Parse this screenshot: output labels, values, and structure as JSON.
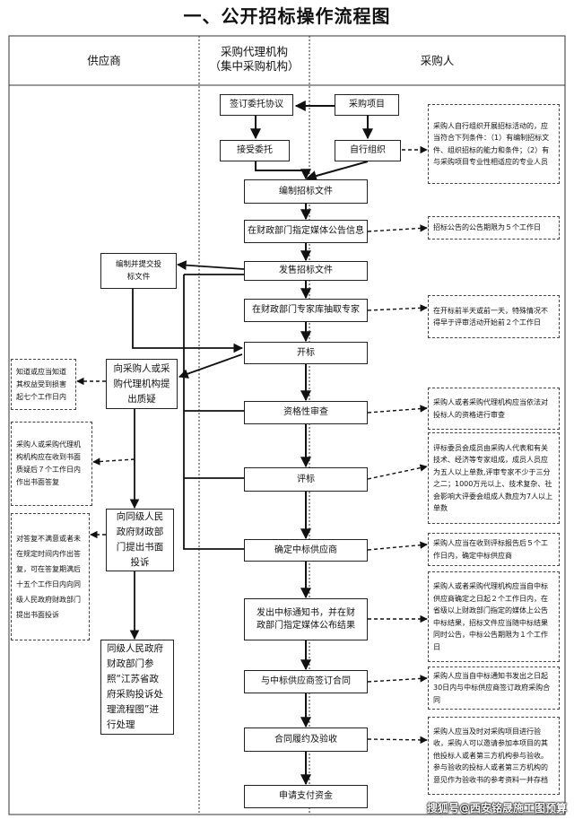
{
  "title": "一、公开招标操作流程图",
  "headers": {
    "supplier": "供应商",
    "agency_line1": "采购代理机构",
    "agency_line2": "（集中采购机构）",
    "purchaser": "采购人"
  },
  "steps": {
    "sign_agreement": "签订委托协议",
    "project": "采购项目",
    "accept": "接受委托",
    "self_org": "自行组织",
    "prepare_docs": "编制招标文件",
    "announce": "在财政部门指定媒体公告信息",
    "sell_docs": "发售招标文件",
    "experts": "在财政部门专家库抽取专家",
    "open": "开标",
    "qualify": "资格性审查",
    "evaluate": "评标",
    "confirm": "确定中标供应商",
    "notify": "发出中标通知书，并在财政部门指定媒体公布结果",
    "contract": "与中标供应商签订合同",
    "acceptance": "合同履约及验收",
    "payment": "申请支付资金"
  },
  "supplier_steps": {
    "bid_docs": "编制并提交投标文件",
    "challenge": "向采购人或采购代理机构提出质疑",
    "complaint": "向同级人民政府财政部门提出书面投诉",
    "process": "同级人民政府财政部门参照“江苏省政府采购投诉处理流程图”进行处理"
  },
  "notes": {
    "self_org": "采购人自行组织开展招标活动的，应当符合下列条件：（1）有编制招标文件、组织招标的能力和条件；（2）有与采购项目专业性相适应的专业人员",
    "announce": "招标公告的公告期限为５个工作日",
    "experts": "在开标前半天或前一天，特殊情况不得早于评审活动开始前２个工作日",
    "qualify": "采购人或者采购代理机构应当依法对投标人的资格进行审查",
    "evaluate": "评标委员会成员由采购人代表和有关技术、经济等专家组成，成员人员应为五人以上单数,评审专家不少于三分之二；1000万元以上、技术复杂、社会影响大评委会组成人数应为7人以上单数",
    "confirm": "采购人应当在收到评标报告后５个工作日内，确定中标供应商",
    "notify": "采购人或者采购代理机构应当自中标供应商确定之日起２个工作日内，在省级以上财政部门指定的媒体上公告中标结果，招标文件应当随中标结果同时公告，中标公告期限为１个工作日",
    "contract": "采购人应当自中标通知书发出之日起30日内与中标供应商签订政府采购合同",
    "acceptance": "采购人应当及时对采购项目进行验收，采购人可以邀请参加本项目的其他投标人或者第三方机构参与验收。参与验收的投标人或者第三方机构的意见作为验收书的参考资料一并存档",
    "challenge_time": "知道或应当知道其权益受到损害起七个工作日内",
    "reply_time": "采购人或采购代理机构机构应在收到书面质疑后７个工作日内作出书面答复",
    "complaint_time": "对答复不满意或者未在规定时间内作出答复，可在答复期满后十五个工作日内向同级人民政府财政部门提出书面投诉"
  },
  "watermark": "搜狐号@西安铭晟施工图预算"
}
